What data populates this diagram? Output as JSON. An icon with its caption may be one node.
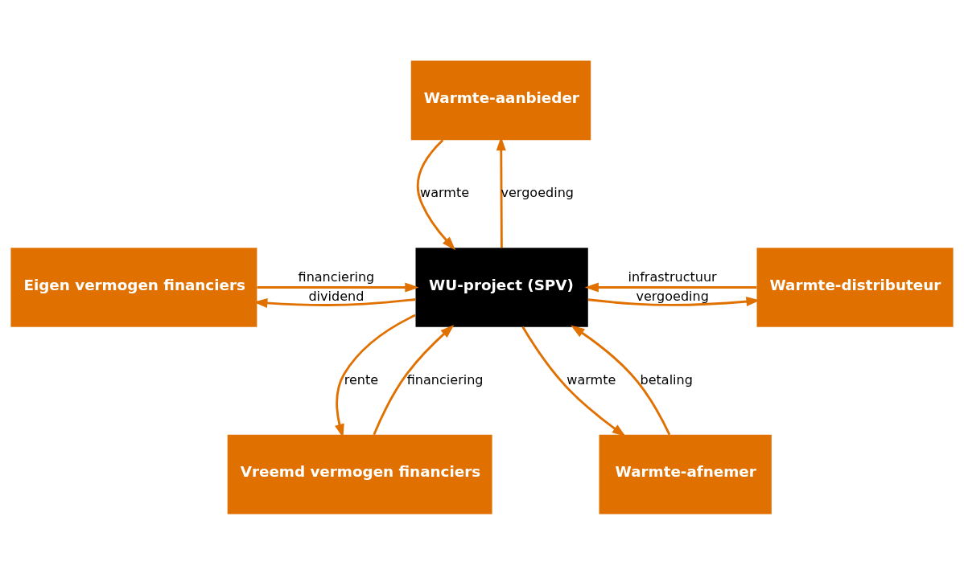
{
  "diagram": {
    "nodes": [
      {
        "text": [
          "Warmte-aanbieder"
        ]
      },
      {
        "text": [
          "Eigen vermogen financiers"
        ]
      },
      {
        "text": [
          "WU-project (SPV)"
        ]
      },
      {
        "text": [
          "Warmte-distributeur"
        ]
      },
      {
        "text": [
          "Vreemd vermogen financiers"
        ]
      },
      {
        "text": [
          "Warmte-afnemer"
        ]
      }
    ],
    "edges": [
      {
        "from": 0,
        "to": 2,
        "arrow": "to",
        "label": "warmte"
      },
      {
        "from": 2,
        "to": 0,
        "arrow": "to",
        "label": "vergoeding"
      },
      {
        "from": 1,
        "to": 2,
        "arrow": "to",
        "label": "financiering"
      },
      {
        "from": 2,
        "to": 1,
        "arrow": "to",
        "label": "dividend"
      },
      {
        "from": 3,
        "to": 2,
        "arrow": "to",
        "label": "infrastructuur"
      },
      {
        "from": 2,
        "to": 3,
        "arrow": "to",
        "label": "vergoeding"
      },
      {
        "from": 4,
        "to": 2,
        "arrow": "to",
        "label": "financiering"
      },
      {
        "from": 2,
        "to": 4,
        "arrow": "to",
        "label": "rente"
      },
      {
        "from": 2,
        "to": 5,
        "arrow": "to",
        "label": "warmte"
      },
      {
        "from": 5,
        "to": 2,
        "arrow": "to",
        "label": "betaling"
      }
    ]
  }
}
